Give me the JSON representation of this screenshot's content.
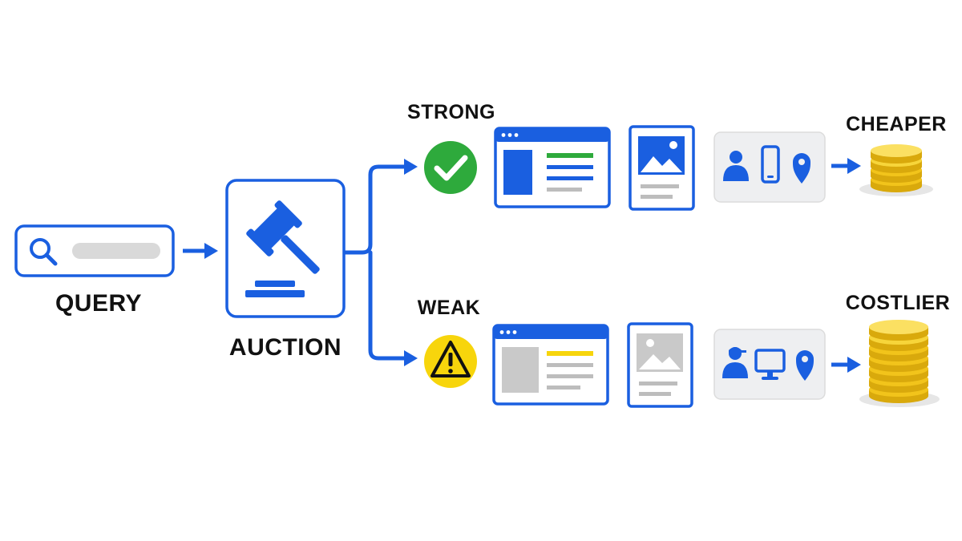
{
  "labels": {
    "query": "QUERY",
    "auction": "AUCTION",
    "strong": "STRONG",
    "weak": "WEAK",
    "cheaper": "CHEAPER",
    "costlier": "COSTLIER"
  },
  "colors": {
    "primary_blue": "#1a5fe0",
    "success_green": "#2eaa3c",
    "warning_yellow": "#f7d50c",
    "coin_gold": "#f2c41b",
    "panel_gray": "#eeeff1",
    "bar_gray": "#d6d6d6",
    "text_dark": "#111111"
  },
  "icons": {
    "query": "search-icon",
    "auction": "gavel-icon",
    "strong_status": "check-circle-icon",
    "weak_status": "warning-triangle-icon",
    "cost_low": "coin-stack-small-icon",
    "cost_high": "coin-stack-large-icon"
  }
}
